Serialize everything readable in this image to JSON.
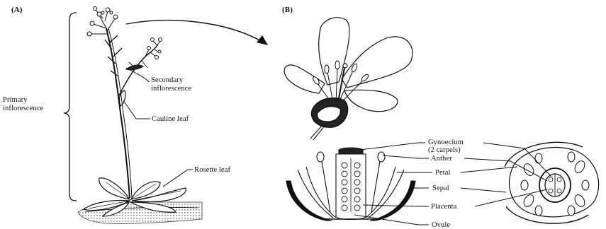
{
  "panels": {
    "a": "(A)",
    "b": "(B)"
  },
  "plant_labels": {
    "primary": [
      "Primary",
      "inflorescence"
    ],
    "secondary": [
      "Secondary",
      "inflorescence"
    ],
    "cauline": "Cauline leaf",
    "rosette": "Rosette leaf"
  },
  "flower_labels": {
    "gynoecium": [
      "Gynoecium",
      "(2 carpels)"
    ],
    "anther": "Anther",
    "petal": "Petal",
    "sepal": "Sepal",
    "placenta": "Placenta",
    "ovule": "Ovule"
  }
}
